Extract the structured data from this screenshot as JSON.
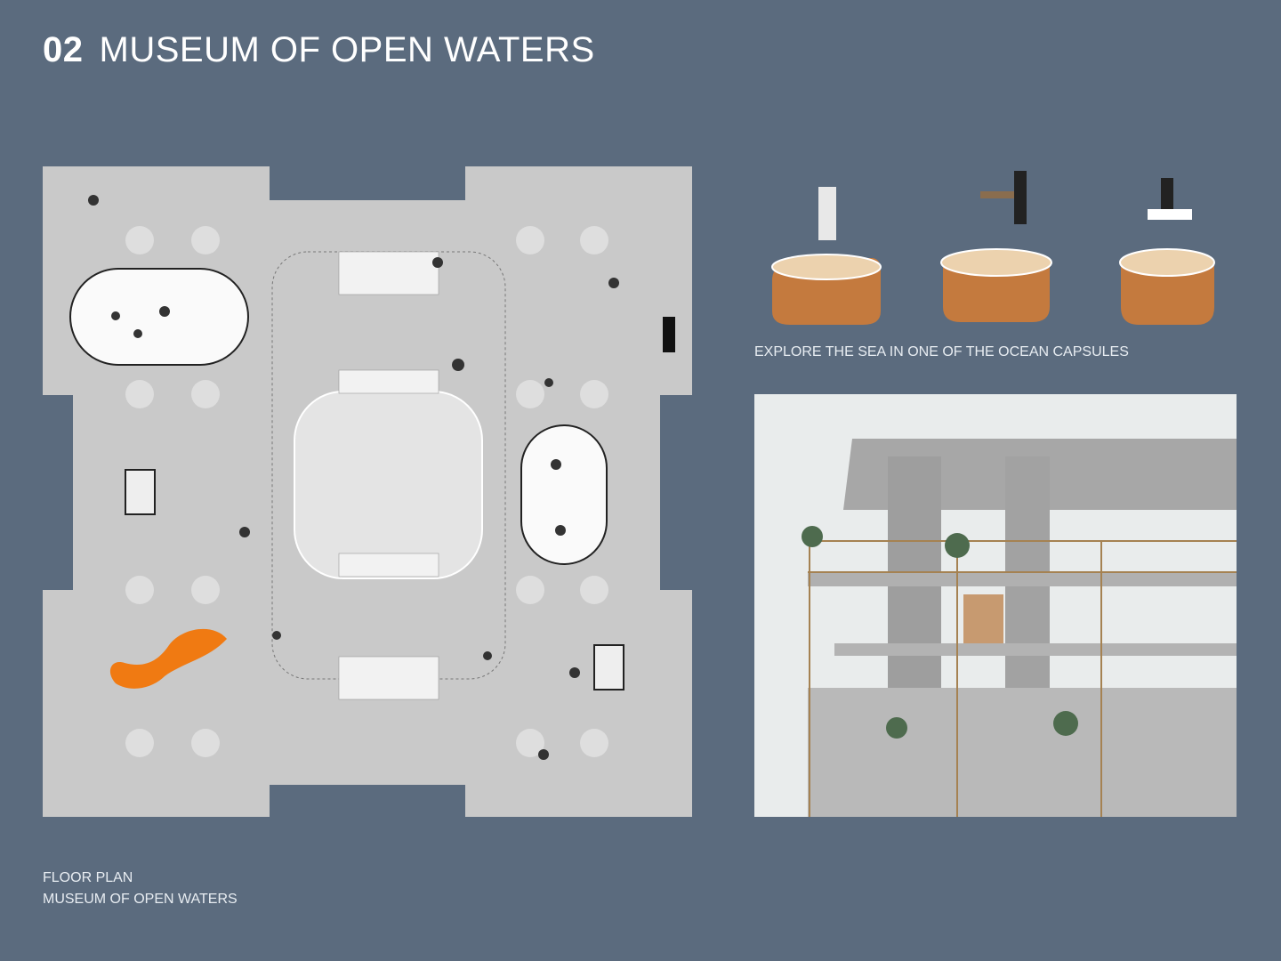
{
  "header": {
    "number": "02",
    "title": "MUSEUM OF OPEN WATERS"
  },
  "capsules": {
    "caption": "EXPLORE THE SEA IN ONE OF THE OCEAN CAPSULES"
  },
  "floor_plan": {
    "label_line1": "FLOOR PLAN",
    "label_line2": "MUSEUM OF OPEN WATERS"
  },
  "colors": {
    "background": "#5b6b7e",
    "floor": "#c9c9c9",
    "wood": "#c47a3e",
    "fish": "#f07a12"
  }
}
